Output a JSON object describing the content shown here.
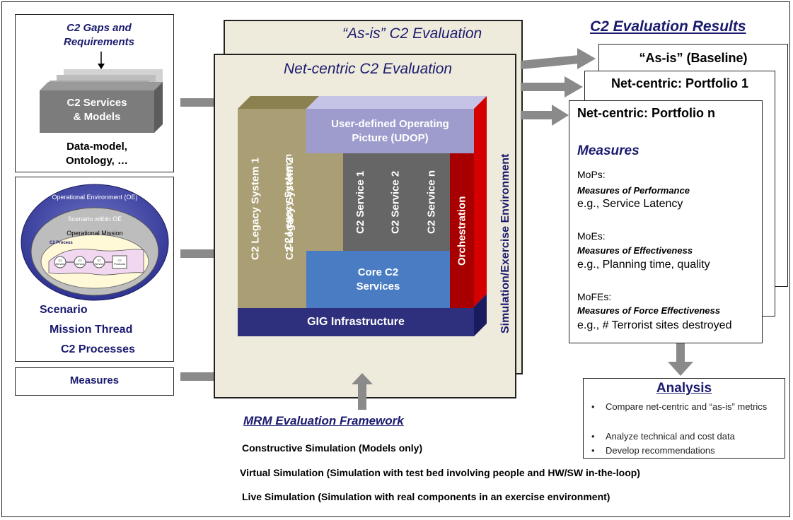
{
  "left": {
    "gaps_title": "C2 Gaps and\nRequirements",
    "services_box": "C2 Services\n& Models",
    "datamodel": "Data-model,\nOntology, …",
    "oe_label": "Operational Environment (OE)",
    "scenario_label": "Scenario within OE",
    "mission_label": "Operational Mission",
    "process_label": "C2 Process",
    "node_labels": [
      "C2 Service",
      "C2 Service",
      "C2 Service",
      "C2 Products"
    ],
    "scenario": "Scenario",
    "mission_thread": "Mission Thread",
    "c2_processes": "C2 Processes",
    "measures": "Measures"
  },
  "center": {
    "asis_title": "“As-is” C2 Evaluation",
    "netcentric_title": "Net-centric C2 Evaluation",
    "legacy1": "C2 Legacy System 1",
    "legacy2": "C2 Legacy System 2",
    "udop": "User-defined Operating Picture (UDOP)",
    "legacy_n": "C2 Legacy System n",
    "service1": "C2 Service 1",
    "service2": "C2 Service 2",
    "service_n": "C2 Service n",
    "orchestration": "Orchestration",
    "core": "Core C2\nServices",
    "gig": "GIG Infrastructure",
    "sim_env": "Simulation/Exercise Environment"
  },
  "framework": {
    "title": "MRM Evaluation Framework",
    "lines": [
      "Constructive Simulation (Models only)",
      "Virtual Simulation (Simulation with test bed involving people and HW/SW in-the-loop)",
      "Live Simulation (Simulation with real components in an exercise environment)"
    ]
  },
  "results": {
    "title": "C2 Evaluation Results",
    "baseline": "“As-is” (Baseline)",
    "portfolio1": "Net-centric: Portfolio 1",
    "portfolio_n": "Net-centric: Portfolio n",
    "measures_heading": "Measures",
    "mops": "MoPs:",
    "mops_full": "Measures of Performance",
    "mops_eg": "e.g., Service Latency",
    "moes": "MoEs:",
    "moes_full": "Measures of Effectiveness",
    "moes_eg": "e.g., Planning time, quality",
    "mofes": "MoFEs:",
    "mofes_full": "Measures of Force Effectiveness",
    "mofes_eg": "e.g., # Terrorist sites destroyed"
  },
  "analysis": {
    "title": "Analysis",
    "bullets": [
      "Compare net-centric and “as-is” metrics",
      "Analyze technical and cost data",
      "Develop recommendations"
    ]
  },
  "colors": {
    "navy": "#1a1a6e",
    "olive": "#aa9f74",
    "lavender": "#9e9ccd",
    "grey_service": "#666666",
    "core_blue": "#4a7cc4",
    "orchestration_red": "#a80000",
    "gig_navy": "#2e2f7d",
    "beige": "#efebdc"
  }
}
